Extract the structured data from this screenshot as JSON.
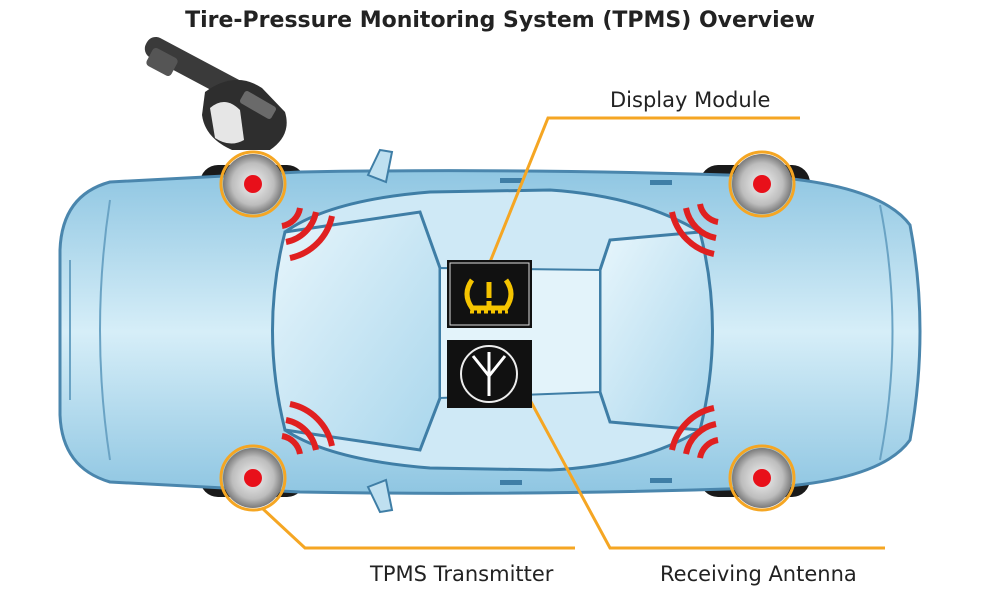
{
  "title": "Tire-Pressure Monitoring System (TPMS) Overview",
  "labels": {
    "display_module": "Display Module",
    "transmitter": "TPMS Transmitter",
    "antenna": "Receiving Antenna"
  },
  "icons": {
    "warning": "tire-pressure-warning-icon",
    "antenna": "antenna-icon"
  },
  "colors": {
    "callout": "#f5a623",
    "signal": "#e02020",
    "sensor_dot": "#e8101a",
    "body": "#bfe3f3",
    "warning_icon": "#f5c400",
    "icon_bg": "#111111"
  }
}
